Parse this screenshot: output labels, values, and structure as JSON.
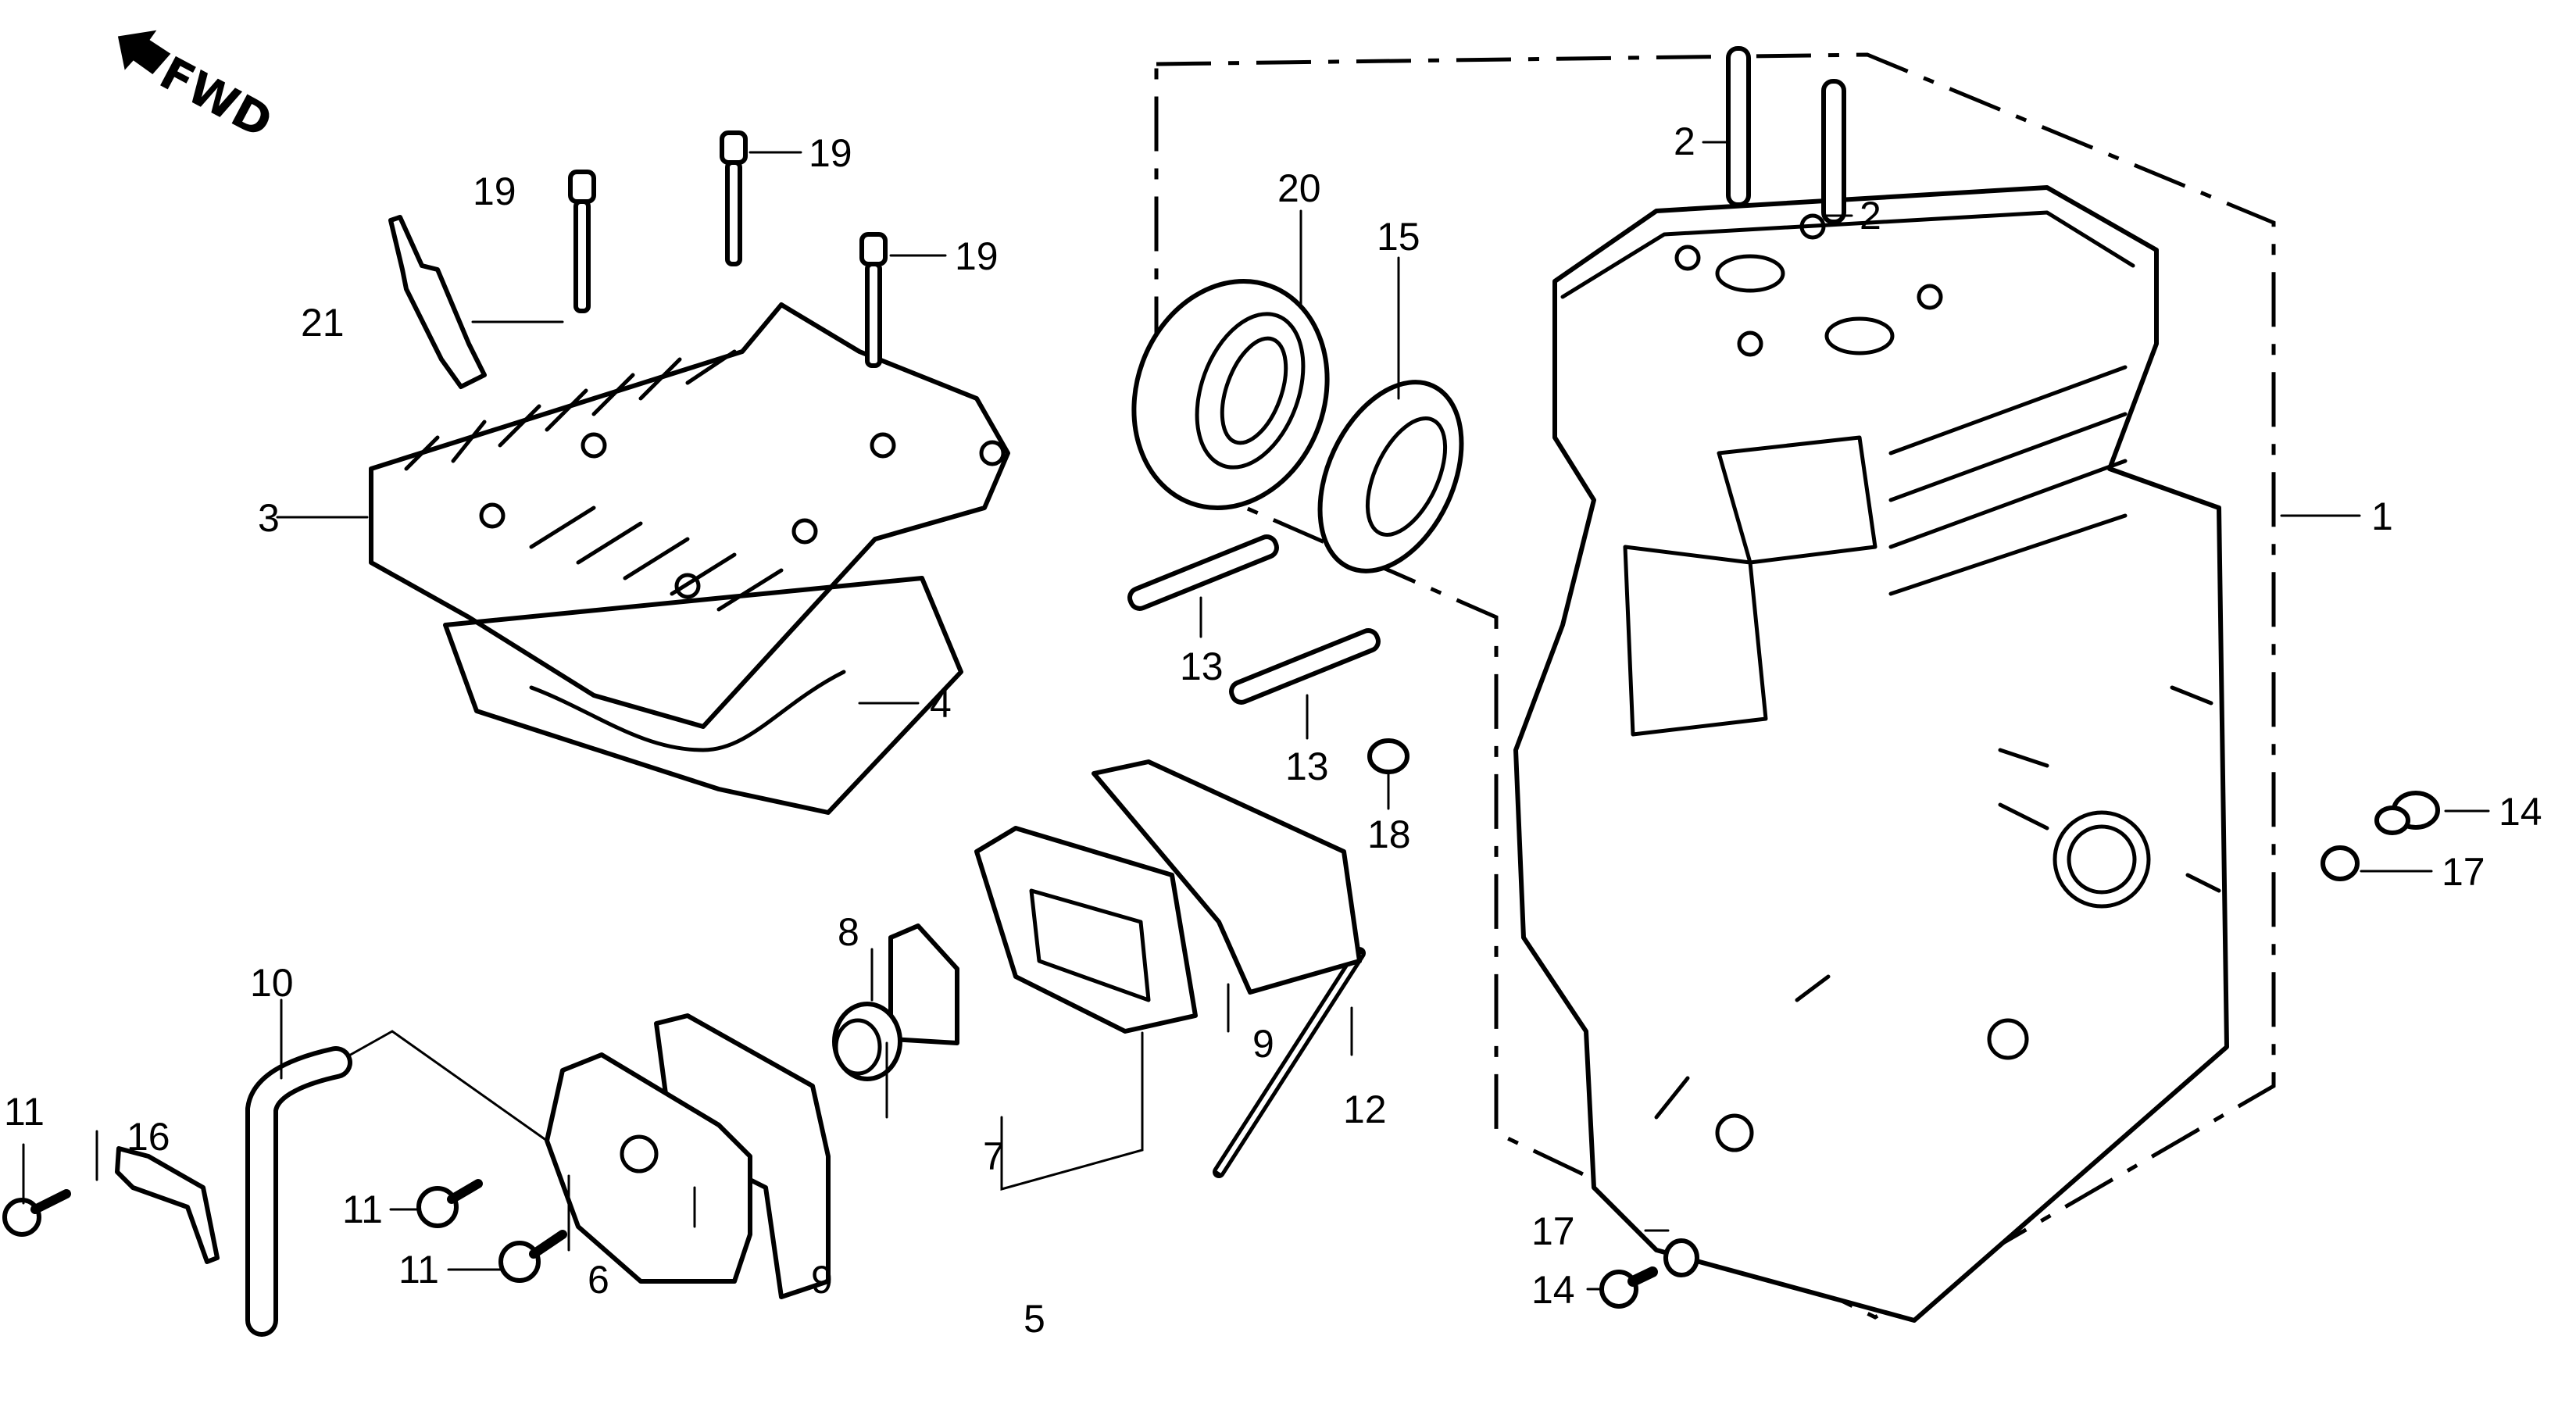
{
  "diagram": {
    "title": "Cylinder block / cylinder head exploded parts diagram",
    "direction_indicator": {
      "label": "FWD",
      "icon": "arrow-forward-icon"
    },
    "callouts": [
      {
        "id": "c1",
        "number": "1",
        "part": "cylinder-block"
      },
      {
        "id": "c2a",
        "number": "2",
        "part": "dowel-pin"
      },
      {
        "id": "c2b",
        "number": "2",
        "part": "dowel-pin"
      },
      {
        "id": "c3",
        "number": "3",
        "part": "cylinder-head"
      },
      {
        "id": "c4",
        "number": "4",
        "part": "head-gasket"
      },
      {
        "id": "c5",
        "number": "5",
        "part": "breather-assembly"
      },
      {
        "id": "c6",
        "number": "6",
        "part": "breather-cover"
      },
      {
        "id": "c7",
        "number": "7",
        "part": "breather-filter"
      },
      {
        "id": "c8",
        "number": "8",
        "part": "breather-collar"
      },
      {
        "id": "c9a",
        "number": "9",
        "part": "breather-gasket"
      },
      {
        "id": "c9b",
        "number": "9",
        "part": "breather-gasket"
      },
      {
        "id": "c10",
        "number": "10",
        "part": "breather-tube"
      },
      {
        "id": "c11a",
        "number": "11",
        "part": "flange-bolt"
      },
      {
        "id": "c11b",
        "number": "11",
        "part": "flange-bolt"
      },
      {
        "id": "c11c",
        "number": "11",
        "part": "flange-bolt"
      },
      {
        "id": "c12",
        "number": "12",
        "part": "stud-bolt"
      },
      {
        "id": "c13a",
        "number": "13",
        "part": "stud-bolt"
      },
      {
        "id": "c13b",
        "number": "13",
        "part": "stud-bolt"
      },
      {
        "id": "c14a",
        "number": "14",
        "part": "drain-plug"
      },
      {
        "id": "c14b",
        "number": "14",
        "part": "drain-plug"
      },
      {
        "id": "c15",
        "number": "15",
        "part": "oil-seal"
      },
      {
        "id": "c16",
        "number": "16",
        "part": "tube-clamp"
      },
      {
        "id": "c17a",
        "number": "17",
        "part": "sealing-washer"
      },
      {
        "id": "c17b",
        "number": "17",
        "part": "sealing-washer"
      },
      {
        "id": "c18",
        "number": "18",
        "part": "dowel-pin"
      },
      {
        "id": "c19a",
        "number": "19",
        "part": "head-bolt"
      },
      {
        "id": "c19b",
        "number": "19",
        "part": "head-bolt"
      },
      {
        "id": "c19c",
        "number": "19",
        "part": "head-bolt"
      },
      {
        "id": "c20",
        "number": "20",
        "part": "ball-bearing"
      },
      {
        "id": "c21",
        "number": "21",
        "part": "spark-plug"
      }
    ]
  }
}
